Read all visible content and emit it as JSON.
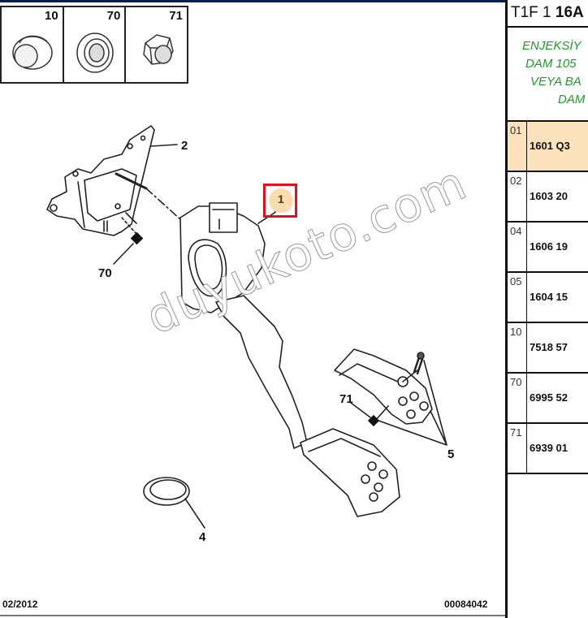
{
  "diagram": {
    "thumbnails": [
      {
        "num": "10",
        "part": "cap"
      },
      {
        "num": "70",
        "part": "washer-nut"
      },
      {
        "num": "71",
        "part": "hex-lock-nut"
      }
    ],
    "callouts": {
      "c1": "1",
      "c2": "2",
      "c4": "4",
      "c5": "5",
      "c70": "70",
      "c71": "71"
    },
    "highlight_color": "#e0101c",
    "watermark": "duyukoto.com",
    "footer": {
      "date": "02/2012",
      "code": "00084042"
    }
  },
  "panel": {
    "title_prefix": "T1F 1 ",
    "title_bold": "16A",
    "note_lines": [
      "ENJEKSİY",
      "DAM 105",
      "VEYA BA",
      "DAM"
    ],
    "note_color": "#1e9a2a",
    "rows": [
      {
        "index": "01",
        "ref": "1601 Q3",
        "selected": true
      },
      {
        "index": "02",
        "ref": "1603 20",
        "selected": false
      },
      {
        "index": "04",
        "ref": "1606 19",
        "selected": false
      },
      {
        "index": "05",
        "ref": "1604 15",
        "selected": false
      },
      {
        "index": "10",
        "ref": "7518 57",
        "selected": false
      },
      {
        "index": "70",
        "ref": "6995 52",
        "selected": false
      },
      {
        "index": "71",
        "ref": "6939 01",
        "selected": false
      }
    ],
    "selected_color": "#fde3bd"
  }
}
